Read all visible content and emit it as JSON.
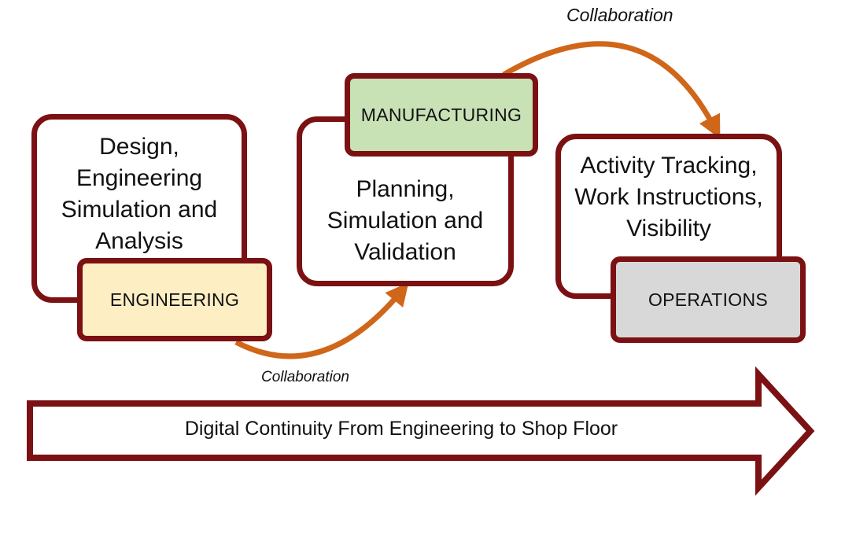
{
  "colors": {
    "border": "#7b1113",
    "arrow": "#d0661a",
    "engineering_fill": "#fdeec4",
    "manufacturing_fill": "#c8e1b5",
    "operations_fill": "#d8d8d8"
  },
  "stages": {
    "engineering": {
      "tag": "ENGINEERING",
      "description": [
        "Design,",
        "Engineering",
        "Simulation and",
        "Analysis"
      ]
    },
    "manufacturing": {
      "tag": "MANUFACTURING",
      "description": [
        "Planning,",
        "Simulation and",
        "Validation"
      ]
    },
    "operations": {
      "tag": "OPERATIONS",
      "description": [
        "Activity Tracking,",
        "Work Instructions,",
        "Visibility"
      ]
    }
  },
  "connectors": {
    "bottom_label": "Collaboration",
    "top_label": "Collaboration"
  },
  "continuity_arrow": {
    "label": "Digital Continuity From Engineering to Shop Floor"
  }
}
